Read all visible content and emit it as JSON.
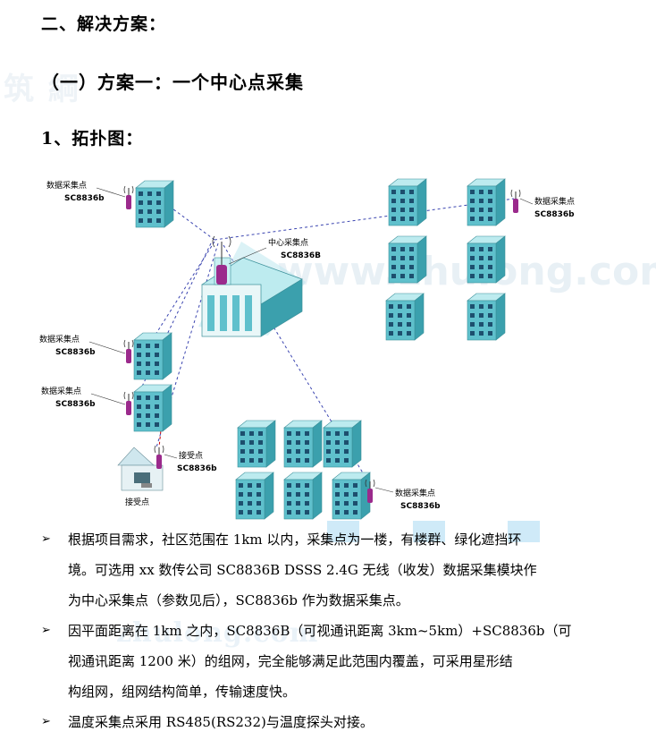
{
  "headings": {
    "section": "二、解决方案：",
    "subsection": "（一）方案一：一个中心点采集",
    "item": "1、拓扑图："
  },
  "watermarks": {
    "side": "筑 綱",
    "diagram": "www.zhulong.com",
    "body": "zhulong.com"
  },
  "diagram": {
    "nodes": [
      {
        "role": "data-point",
        "title": "数据采集点",
        "model": "SC8836b"
      },
      {
        "role": "center",
        "title": "中心采集点",
        "model": "SC8836B"
      },
      {
        "role": "data-point",
        "title": "数据采集点",
        "model": "SC8836b"
      },
      {
        "role": "data-point",
        "title": "数据采集点",
        "model": "SC8836b"
      },
      {
        "role": "data-point",
        "title": "数据采集点",
        "model": "SC8836b"
      },
      {
        "role": "receiver",
        "title": "接受点",
        "model": "SC8836b"
      },
      {
        "role": "data-point",
        "title": "数据采集点",
        "model": "SC8836b"
      }
    ],
    "receiver_caption": "接受点",
    "colors": {
      "building": "#5fc0cc",
      "roof": "#bdebef",
      "antenna": "#9b2a8c",
      "link": "#3b45b0"
    }
  },
  "bullets": [
    {
      "marker": "➢",
      "lines": [
        "根据项目需求，社区范围在 1km 以内，采集点为一楼，有楼群、绿化遮挡环",
        "境。可选用 xx 数传公司 SC8836B DSSS 2.4G  无线（收发）数据采集模块作",
        "为中心采集点（参数见后），SC8836b 作为数据采集点。"
      ]
    },
    {
      "marker": "➢",
      "lines": [
        "因平面距离在 1km 之内，SC8836B（可视通讯距离 3km~5km）+SC8836b（可",
        "视通讯距离 1200 米）的组网，完全能够满足此范围内覆盖，可采用星形结",
        "构组网，组网结构简单，传输速度快。"
      ]
    },
    {
      "marker": "➢",
      "lines": [
        "温度采集点采用 RS485(RS232)与温度探头对接。"
      ]
    }
  ]
}
